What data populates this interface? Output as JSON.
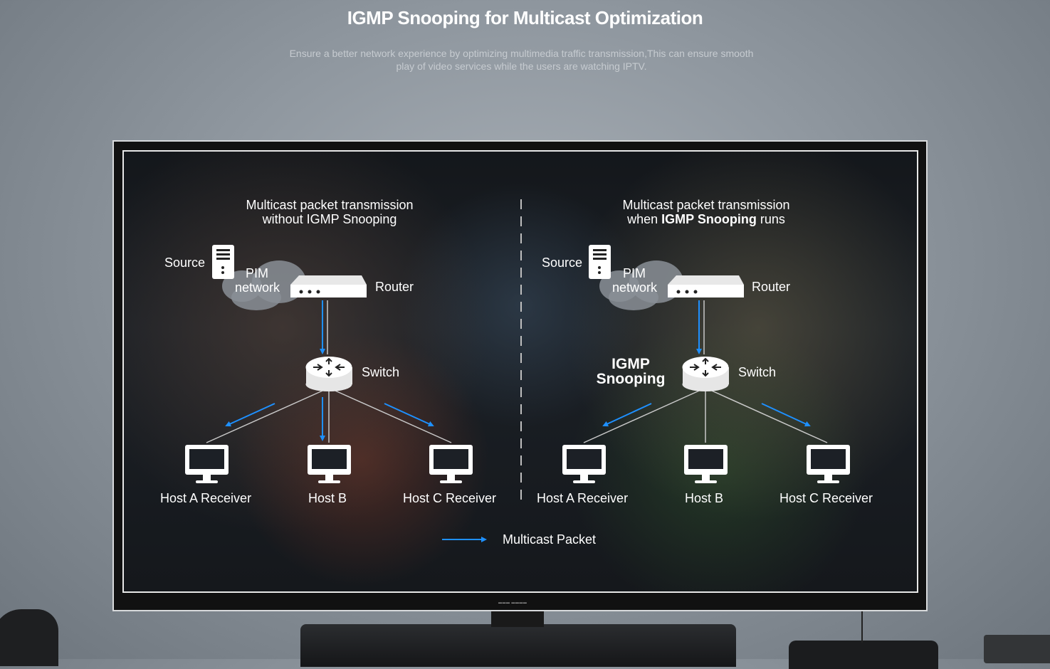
{
  "page": {
    "title": "IGMP Snooping for Multicast Optimization",
    "subtitle": "Ensure a better network experience by optimizing multimedia traffic transmission,This can ensure smooth play of video services while the users are watching IPTV."
  },
  "diagram": {
    "left": {
      "header_line1": "Multicast packet transmission",
      "header_line2": "without IGMP Snooping",
      "source": "Source",
      "pim_line1": "PIM",
      "pim_line2": "network",
      "router": "Router",
      "switch": "Switch",
      "hosts": [
        "Host A Receiver",
        "Host B",
        "Host C Receiver"
      ]
    },
    "right": {
      "header_line1": "Multicast packet transmission",
      "header_line2_pre": "when ",
      "header_line2_bold": "IGMP Snooping",
      "header_line2_post": " runs",
      "source": "Source",
      "pim_line1": "PIM",
      "pim_line2": "network",
      "router": "Router",
      "switch": "Switch",
      "snooping_line1": "IGMP",
      "snooping_line2": "Snooping",
      "hosts": [
        "Host A Receiver",
        "Host B",
        "Host C Receiver"
      ]
    },
    "legend": "Multicast Packet",
    "colors": {
      "arrow": "#1e90ff",
      "line": "#c8c8c8",
      "text": "#ffffff"
    }
  }
}
